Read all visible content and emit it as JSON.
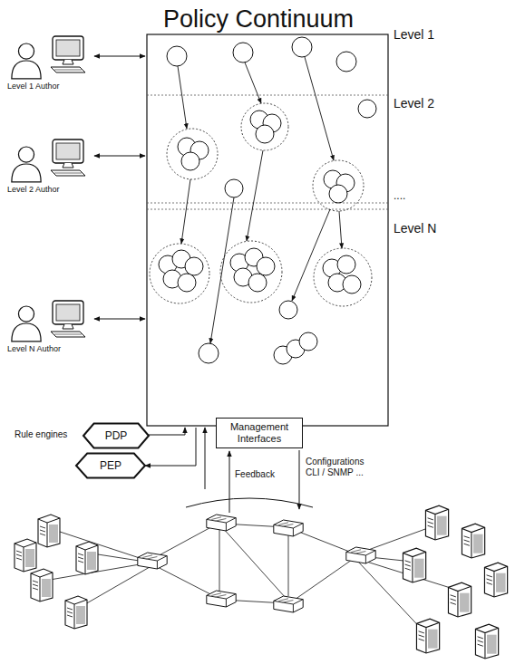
{
  "diagram": {
    "title": "Policy Continuum",
    "nodes": [
      {
        "text": [
          "PDP"
        ]
      },
      {
        "text": [
          "PEP"
        ]
      },
      {
        "text": [
          "Management Interfaces"
        ]
      }
    ],
    "labels": [
      "Level 1",
      "Level 2",
      "....",
      "Level N",
      "Level 1 Author",
      "Level 2 Author",
      "Level N Author",
      "Rule engines",
      "Feedback",
      "Configurations CLI / SNMP ..."
    ]
  }
}
